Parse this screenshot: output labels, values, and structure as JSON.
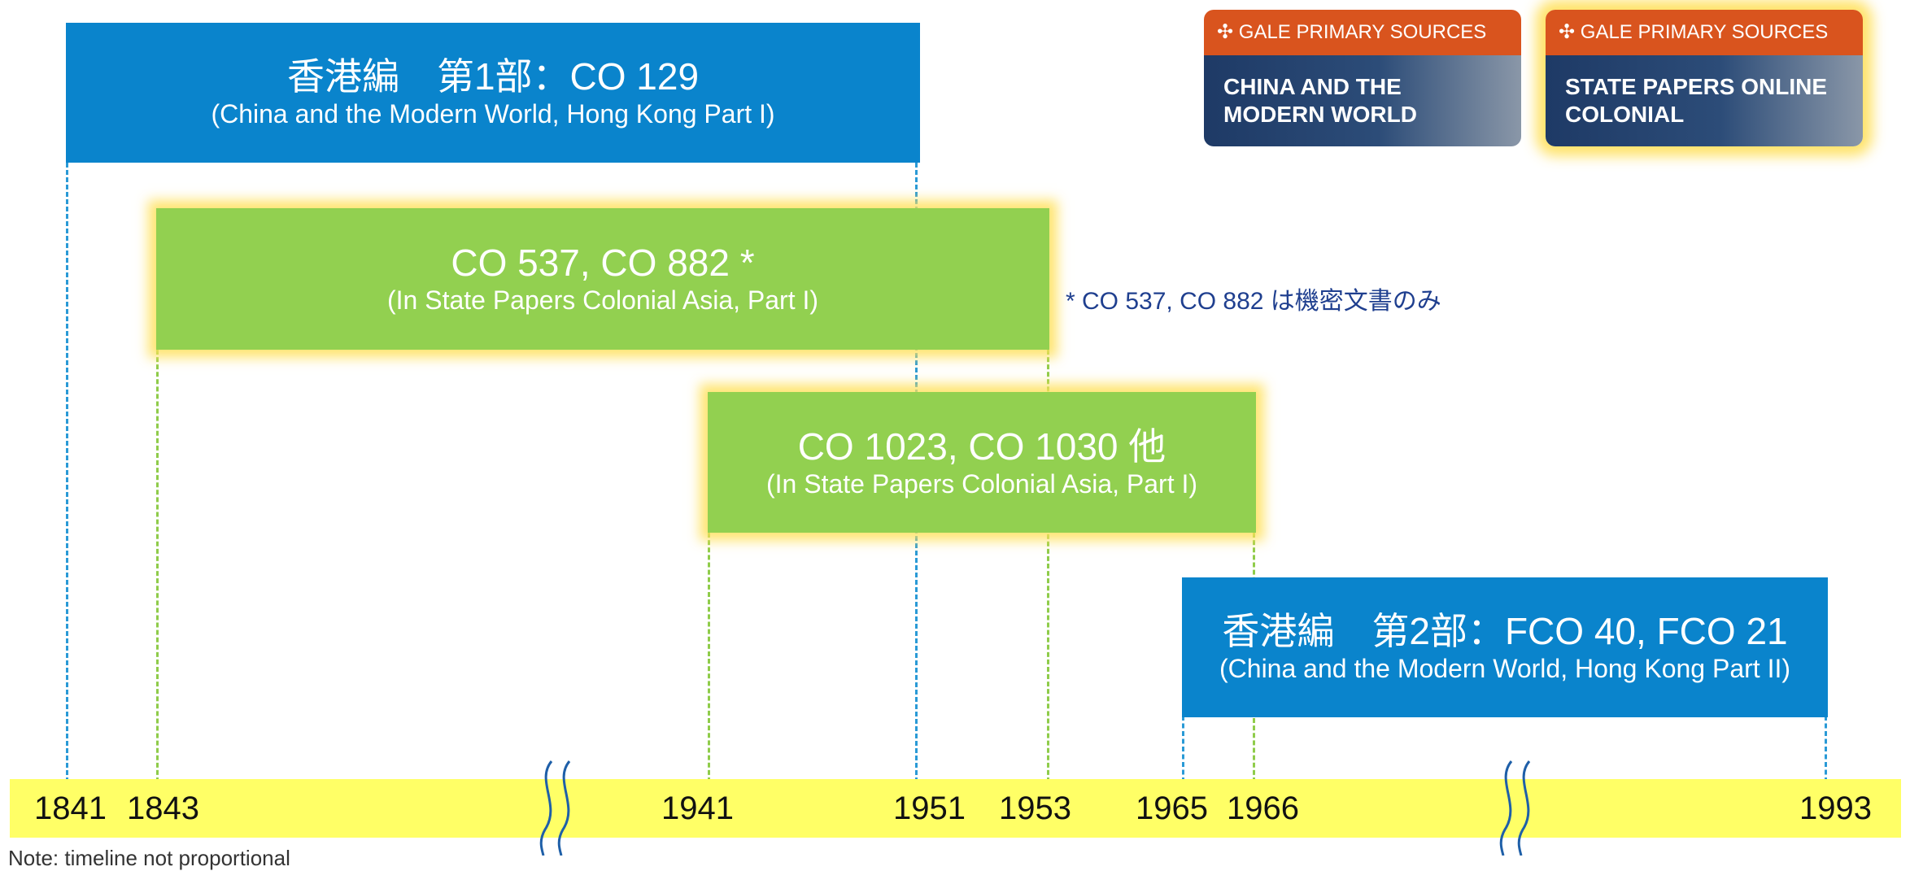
{
  "boxes": {
    "hk1": {
      "title": "香港編　第1部：CO 129",
      "sub": "(China and the Modern World, Hong Kong Part I)"
    },
    "co537": {
      "title": "CO 537, CO 882 *",
      "sub": "(In State Papers Colonial Asia, Part I)"
    },
    "co1023": {
      "title": "CO 1023, CO 1030 他",
      "sub": "(In State Papers Colonial Asia, Part I)"
    },
    "hk2": {
      "title": "香港編　第2部：FCO 40, FCO 21",
      "sub": "(China and the Modern World, Hong Kong Part II)"
    }
  },
  "note": "* CO 537, CO 882 は機密文書のみ",
  "footnote": "Note: timeline not proportional",
  "years": [
    "1841",
    "1843",
    "1941",
    "1951",
    "1953",
    "1965",
    "1966",
    "1993"
  ],
  "logos": {
    "china": {
      "brand": "GALE PRIMARY SOURCES",
      "name": "CHINA AND THE\nMODERN WORLD"
    },
    "spo": {
      "brand": "GALE PRIMARY SOURCES",
      "name": "STATE PAPERS ONLINE\nCOLONIAL"
    }
  },
  "colors": {
    "blue": "#0a84cc",
    "green": "#92d050",
    "timeline": "#ffff66",
    "glow": "#ffe05a"
  }
}
